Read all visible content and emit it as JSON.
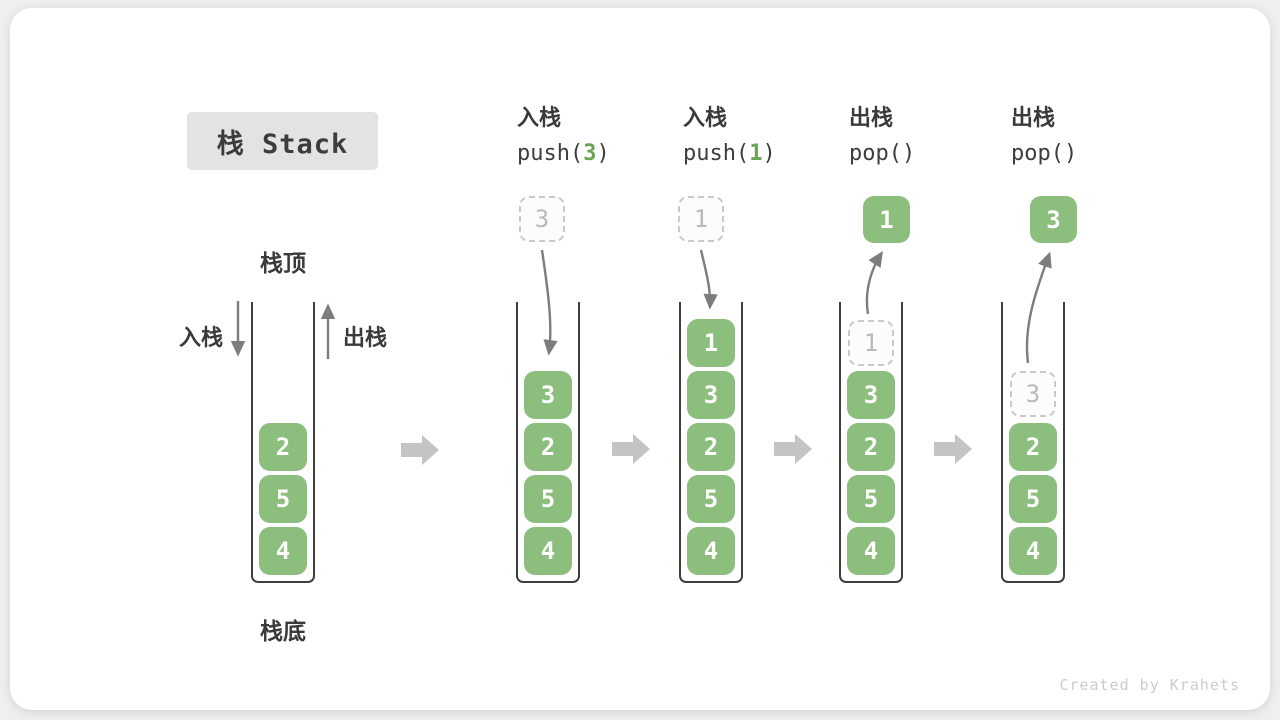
{
  "title": "栈 Stack",
  "labels": {
    "stack_top": "栈顶",
    "stack_bottom": "栈底",
    "push_side": "入栈",
    "pop_side": "出栈"
  },
  "operations": [
    {
      "name": "入栈",
      "code_pre": "push(",
      "code_arg": "3",
      "code_post": ")"
    },
    {
      "name": "入栈",
      "code_pre": "push(",
      "code_arg": "1",
      "code_post": ")"
    },
    {
      "name": "出栈",
      "code_pre": "pop(",
      "code_arg": "",
      "code_post": ")"
    },
    {
      "name": "出栈",
      "code_pre": "pop(",
      "code_arg": "",
      "code_post": ")"
    }
  ],
  "stacks": [
    {
      "items": [
        "2",
        "5",
        "4"
      ]
    },
    {
      "floating": "3",
      "items": [
        "3",
        "2",
        "5",
        "4"
      ]
    },
    {
      "floating": "1",
      "items": [
        "1",
        "3",
        "2",
        "5",
        "4"
      ]
    },
    {
      "floating": "1",
      "ghost": "1",
      "items": [
        "3",
        "2",
        "5",
        "4"
      ]
    },
    {
      "floating": "3",
      "ghost": "3",
      "items": [
        "2",
        "5",
        "4"
      ]
    }
  ],
  "watermark": "Created by Krahets",
  "colors": {
    "box_green": "#8cbe7e",
    "arg_green": "#69a355",
    "line_gray": "#7d7d7d",
    "block_arrow_gray": "#c4c4c4",
    "outline_dark": "#3e3e3e"
  }
}
